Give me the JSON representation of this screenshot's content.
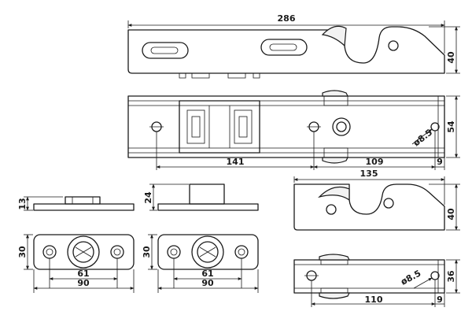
{
  "dimensions": {
    "top_length": "286",
    "top_height": "40",
    "mid_height": "54",
    "mid_hole": "ø8.5",
    "mid_left": "141",
    "mid_right": "109",
    "mid_edge": "9",
    "small_length": "135",
    "small_height": "40",
    "small_bottom_hole": "ø8.5",
    "small_bottom_height": "36",
    "small_bottom_length": "110",
    "small_bottom_edge": "9",
    "side_small_height": "13",
    "side_tall_height": "24",
    "plate1_height": "30",
    "plate1_inner": "61",
    "plate1_outer": "90",
    "plate2_height": "30",
    "plate2_inner": "61",
    "plate2_outer": "90"
  }
}
